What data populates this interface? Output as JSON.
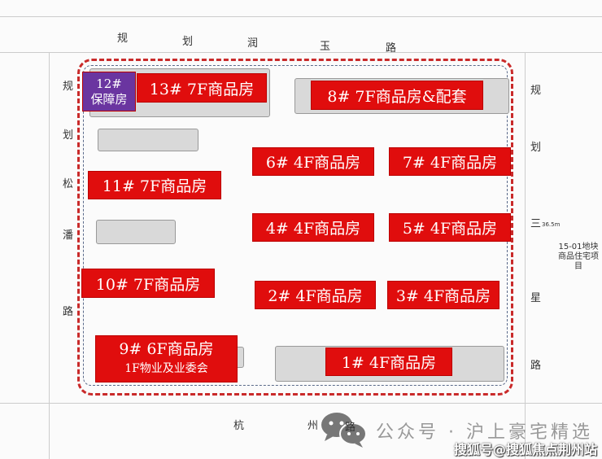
{
  "roads": {
    "top": [
      "规",
      "划",
      "润",
      "玉",
      "路"
    ],
    "left": [
      "规",
      "划",
      "松",
      "潘",
      "路"
    ],
    "right": [
      "规",
      "划",
      "三",
      "星",
      "路"
    ],
    "bottom": [
      "杭",
      "州",
      "路"
    ]
  },
  "buildings": [
    {
      "id": "12",
      "line1": "12#",
      "line2": "保障房",
      "color": "#6a35a0"
    },
    {
      "id": "13",
      "label": "13#  7F商品房"
    },
    {
      "id": "8",
      "label": "8#  7F商品房&配套"
    },
    {
      "id": "6",
      "label": "6#  4F商品房"
    },
    {
      "id": "7",
      "label": "7#  4F商品房"
    },
    {
      "id": "11",
      "label": "11#  7F商品房"
    },
    {
      "id": "4",
      "label": "4#  4F商品房"
    },
    {
      "id": "5",
      "label": "5#  4F商品房"
    },
    {
      "id": "10",
      "label": "10#  7F商品房"
    },
    {
      "id": "2",
      "label": "2#  4F商品房"
    },
    {
      "id": "3",
      "label": "3#  4F商品房"
    },
    {
      "id": "9",
      "line1": "9#  6F商品房",
      "line2": "1F物业及业委会"
    },
    {
      "id": "1",
      "label": "1#    4F商品房"
    }
  ],
  "adjacent_note": {
    "line1": "15-01地块",
    "line2": "商品住宅项目"
  },
  "road_width_note": "36.5m",
  "watermark": {
    "text": "公众号 · 沪上豪宅精选",
    "source": "搜狐号@搜狐焦点荆州站"
  },
  "colors": {
    "label_red": "#e00d0d",
    "affordable_purple": "#6a35a0",
    "boundary": "#c92a2a"
  }
}
